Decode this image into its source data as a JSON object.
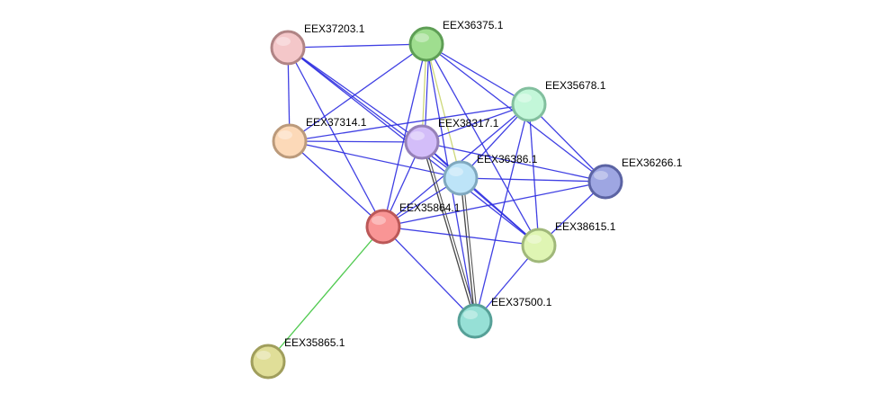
{
  "network": {
    "nodes": [
      {
        "id": "EEX37203.1",
        "label": "EEX37203.1",
        "fill": "#f4c7c9",
        "stroke": "#b08485"
      },
      {
        "id": "EEX36375.1",
        "label": "EEX36375.1",
        "fill": "#9fde8f",
        "stroke": "#5e9e55"
      },
      {
        "id": "EEX35678.1",
        "label": "EEX35678.1",
        "fill": "#c3f7d9",
        "stroke": "#82bf9e"
      },
      {
        "id": "EEX37314.1",
        "label": "EEX37314.1",
        "fill": "#fcd9b8",
        "stroke": "#bb9a7b"
      },
      {
        "id": "EEX38317.1",
        "label": "EEX38317.1",
        "fill": "#d3bdf9",
        "stroke": "#9580b8"
      },
      {
        "id": "EEX36386.1",
        "label": "EEX36386.1",
        "fill": "#bde4f8",
        "stroke": "#7fa8bf"
      },
      {
        "id": "EEX36266.1",
        "label": "EEX36266.1",
        "fill": "#9ea6e2",
        "stroke": "#5b63a3"
      },
      {
        "id": "EEX35864.1",
        "label": "EEX35864.1",
        "fill": "#f99595",
        "stroke": "#bb5858"
      },
      {
        "id": "EEX38615.1",
        "label": "EEX38615.1",
        "fill": "#dff5b3",
        "stroke": "#a0b87a"
      },
      {
        "id": "EEX37500.1",
        "label": "EEX37500.1",
        "fill": "#96e0d6",
        "stroke": "#56a097"
      },
      {
        "id": "EEX35865.1",
        "label": "EEX35865.1",
        "fill": "#e0de98",
        "stroke": "#a09e5c"
      }
    ],
    "edges": [
      {
        "source": "EEX37203.1",
        "target": "EEX36375.1",
        "color": "#2b2be0"
      },
      {
        "source": "EEX37203.1",
        "target": "EEX37314.1",
        "color": "#2b2be0"
      },
      {
        "source": "EEX37203.1",
        "target": "EEX38317.1",
        "color": "#2b2be0"
      },
      {
        "source": "EEX37203.1",
        "target": "EEX36386.1",
        "color": "#2b2be0"
      },
      {
        "source": "EEX37203.1",
        "target": "EEX35864.1",
        "color": "#2b2be0"
      },
      {
        "source": "EEX37203.1",
        "target": "EEX38615.1",
        "color": "#2b2be0"
      },
      {
        "source": "EEX36375.1",
        "target": "EEX37314.1",
        "color": "#2b2be0"
      },
      {
        "source": "EEX36375.1",
        "target": "EEX38317.1",
        "color": "#c8d46a"
      },
      {
        "source": "EEX36375.1",
        "target": "EEX36386.1",
        "color": "#c8d46a"
      },
      {
        "source": "EEX36375.1",
        "target": "EEX35678.1",
        "color": "#2b2be0"
      },
      {
        "source": "EEX36375.1",
        "target": "EEX35864.1",
        "color": "#2b2be0"
      },
      {
        "source": "EEX36375.1",
        "target": "EEX36266.1",
        "color": "#2b2be0"
      },
      {
        "source": "EEX36375.1",
        "target": "EEX38615.1",
        "color": "#2b2be0"
      },
      {
        "source": "EEX36375.1",
        "target": "EEX37500.1",
        "color": "#2b2be0"
      },
      {
        "source": "EEX35678.1",
        "target": "EEX37314.1",
        "color": "#2b2be0"
      },
      {
        "source": "EEX35678.1",
        "target": "EEX38317.1",
        "color": "#2b2be0"
      },
      {
        "source": "EEX35678.1",
        "target": "EEX36386.1",
        "color": "#2b2be0"
      },
      {
        "source": "EEX35678.1",
        "target": "EEX35864.1",
        "color": "#2b2be0"
      },
      {
        "source": "EEX35678.1",
        "target": "EEX36266.1",
        "color": "#2b2be0"
      },
      {
        "source": "EEX35678.1",
        "target": "EEX38615.1",
        "color": "#2b2be0"
      },
      {
        "source": "EEX35678.1",
        "target": "EEX37500.1",
        "color": "#2b2be0"
      },
      {
        "source": "EEX37314.1",
        "target": "EEX38317.1",
        "color": "#2b2be0"
      },
      {
        "source": "EEX37314.1",
        "target": "EEX36386.1",
        "color": "#2b2be0"
      },
      {
        "source": "EEX37314.1",
        "target": "EEX35864.1",
        "color": "#2b2be0"
      },
      {
        "source": "EEX38317.1",
        "target": "EEX36386.1",
        "color": "#2b2be0"
      },
      {
        "source": "EEX38317.1",
        "target": "EEX35864.1",
        "color": "#2b2be0"
      },
      {
        "source": "EEX38317.1",
        "target": "EEX36266.1",
        "color": "#2b2be0"
      },
      {
        "source": "EEX38317.1",
        "target": "EEX38615.1",
        "color": "#2b2be0"
      },
      {
        "source": "EEX38317.1",
        "target": "EEX37500.1",
        "color": "#333333"
      },
      {
        "source": "EEX36386.1",
        "target": "EEX35864.1",
        "color": "#2b2be0"
      },
      {
        "source": "EEX36386.1",
        "target": "EEX36266.1",
        "color": "#2b2be0"
      },
      {
        "source": "EEX36386.1",
        "target": "EEX38615.1",
        "color": "#2b2be0"
      },
      {
        "source": "EEX36386.1",
        "target": "EEX37500.1",
        "color": "#333333"
      },
      {
        "source": "EEX35864.1",
        "target": "EEX36266.1",
        "color": "#2b2be0"
      },
      {
        "source": "EEX35864.1",
        "target": "EEX38615.1",
        "color": "#2b2be0"
      },
      {
        "source": "EEX35864.1",
        "target": "EEX37500.1",
        "color": "#2b2be0"
      },
      {
        "source": "EEX35864.1",
        "target": "EEX35865.1",
        "color": "#3ec43e"
      },
      {
        "source": "EEX36266.1",
        "target": "EEX38615.1",
        "color": "#2b2be0"
      },
      {
        "source": "EEX38615.1",
        "target": "EEX37500.1",
        "color": "#2b2be0"
      }
    ]
  }
}
